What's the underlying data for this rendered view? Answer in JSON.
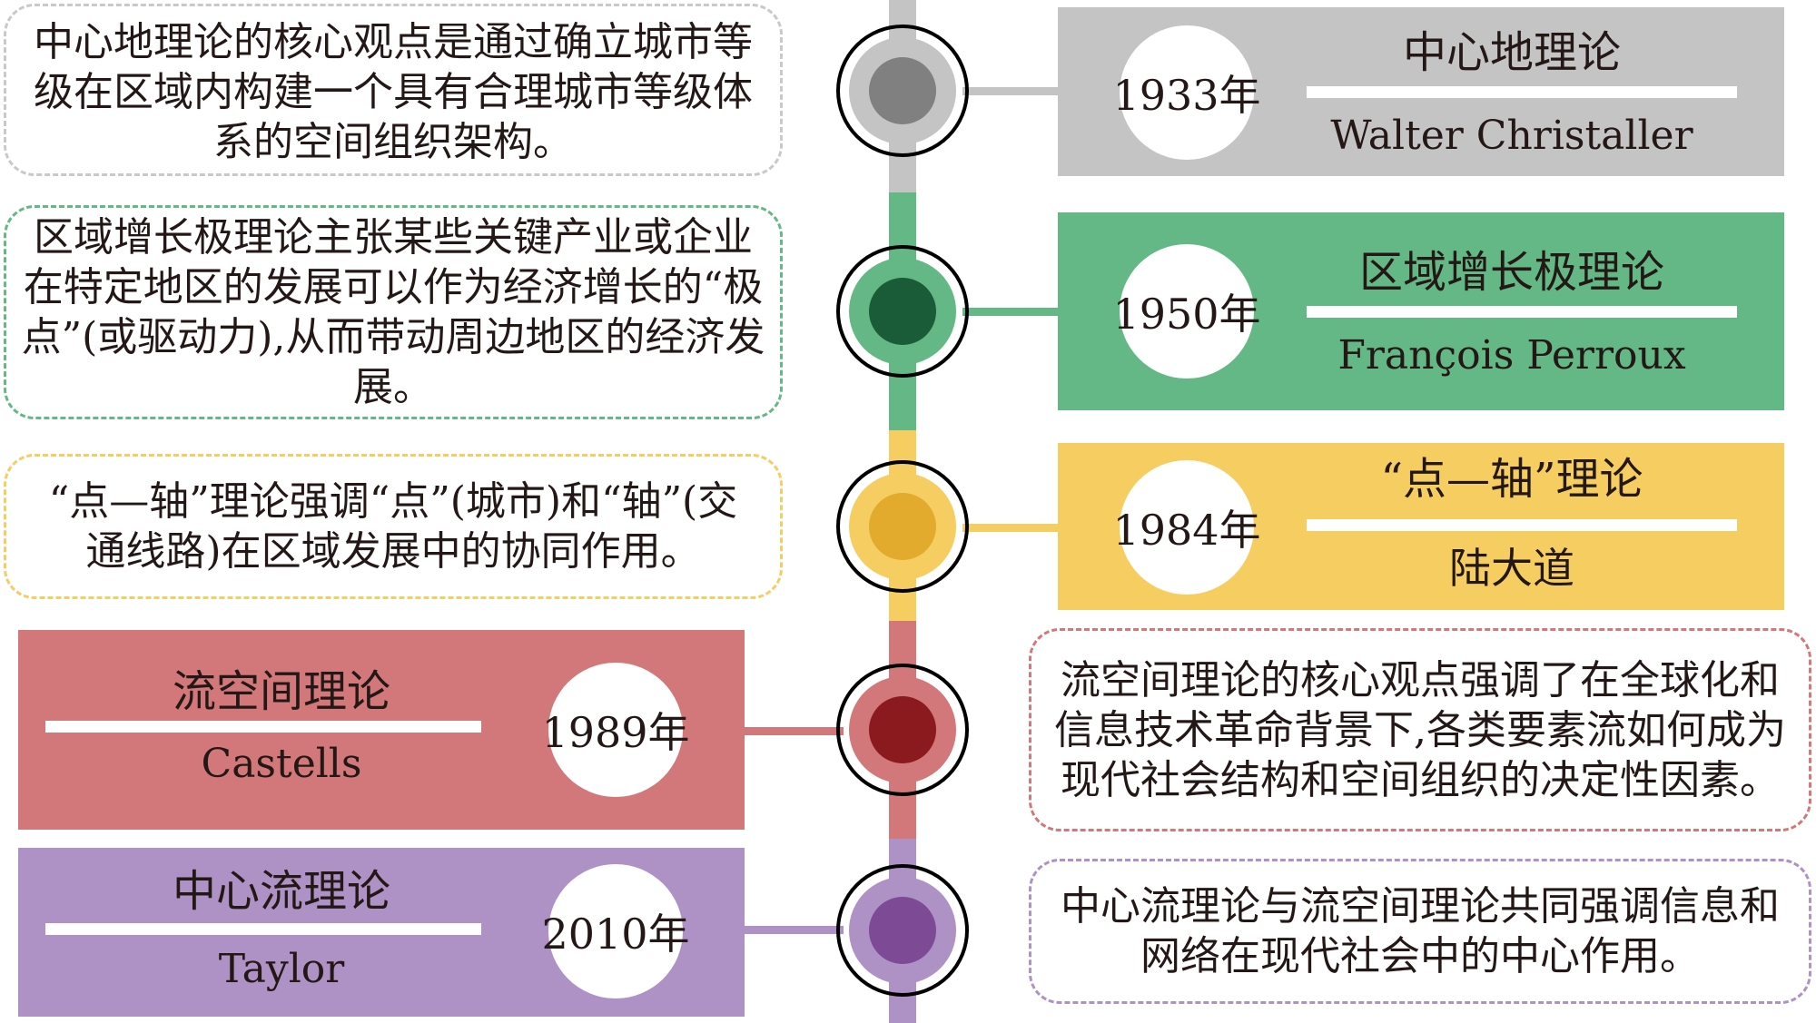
{
  "colors": {
    "gray": "#c4c4c4",
    "gray_core": "#808080",
    "green": "#64b886",
    "green_core": "#1a5c37",
    "yellow": "#f6cd61",
    "yellow_core": "#e2ab2e",
    "red": "#d2787a",
    "red_core": "#8b1a1e",
    "purple": "#ae92c5",
    "purple_core": "#7d4a96"
  },
  "items": [
    {
      "year": "1933年",
      "theory": "中心地理论",
      "author": "Walter Christaller",
      "description": "中心地理论的核心观点是通过确立城市等级在区域内构建一个具有合理城市等级体系的空间组织架构。"
    },
    {
      "year": "1950年",
      "theory": "区域增长极理论",
      "author": "François Perroux",
      "description": "区域增长极理论主张某些关键产业或企业在特定地区的发展可以作为经济增长的“极点”(或驱动力),从而带动周边地区的经济发展。"
    },
    {
      "year": "1984年",
      "theory": "“点—轴”理论",
      "author": "陆大道",
      "description": "“点—轴”理论强调“点”(城市)和“轴”(交通线路)在区域发展中的协同作用。"
    },
    {
      "year": "1989年",
      "theory": "流空间理论",
      "author": "Castells",
      "description": "流空间理论的核心观点强调了在全球化和信息技术革命背景下,各类要素流如何成为现代社会结构和空间组织的决定性因素。"
    },
    {
      "year": "2010年",
      "theory": "中心流理论",
      "author": "Taylor",
      "description": "中心流理论与流空间理论共同强调信息和网络在现代社会中的中心作用。"
    }
  ]
}
